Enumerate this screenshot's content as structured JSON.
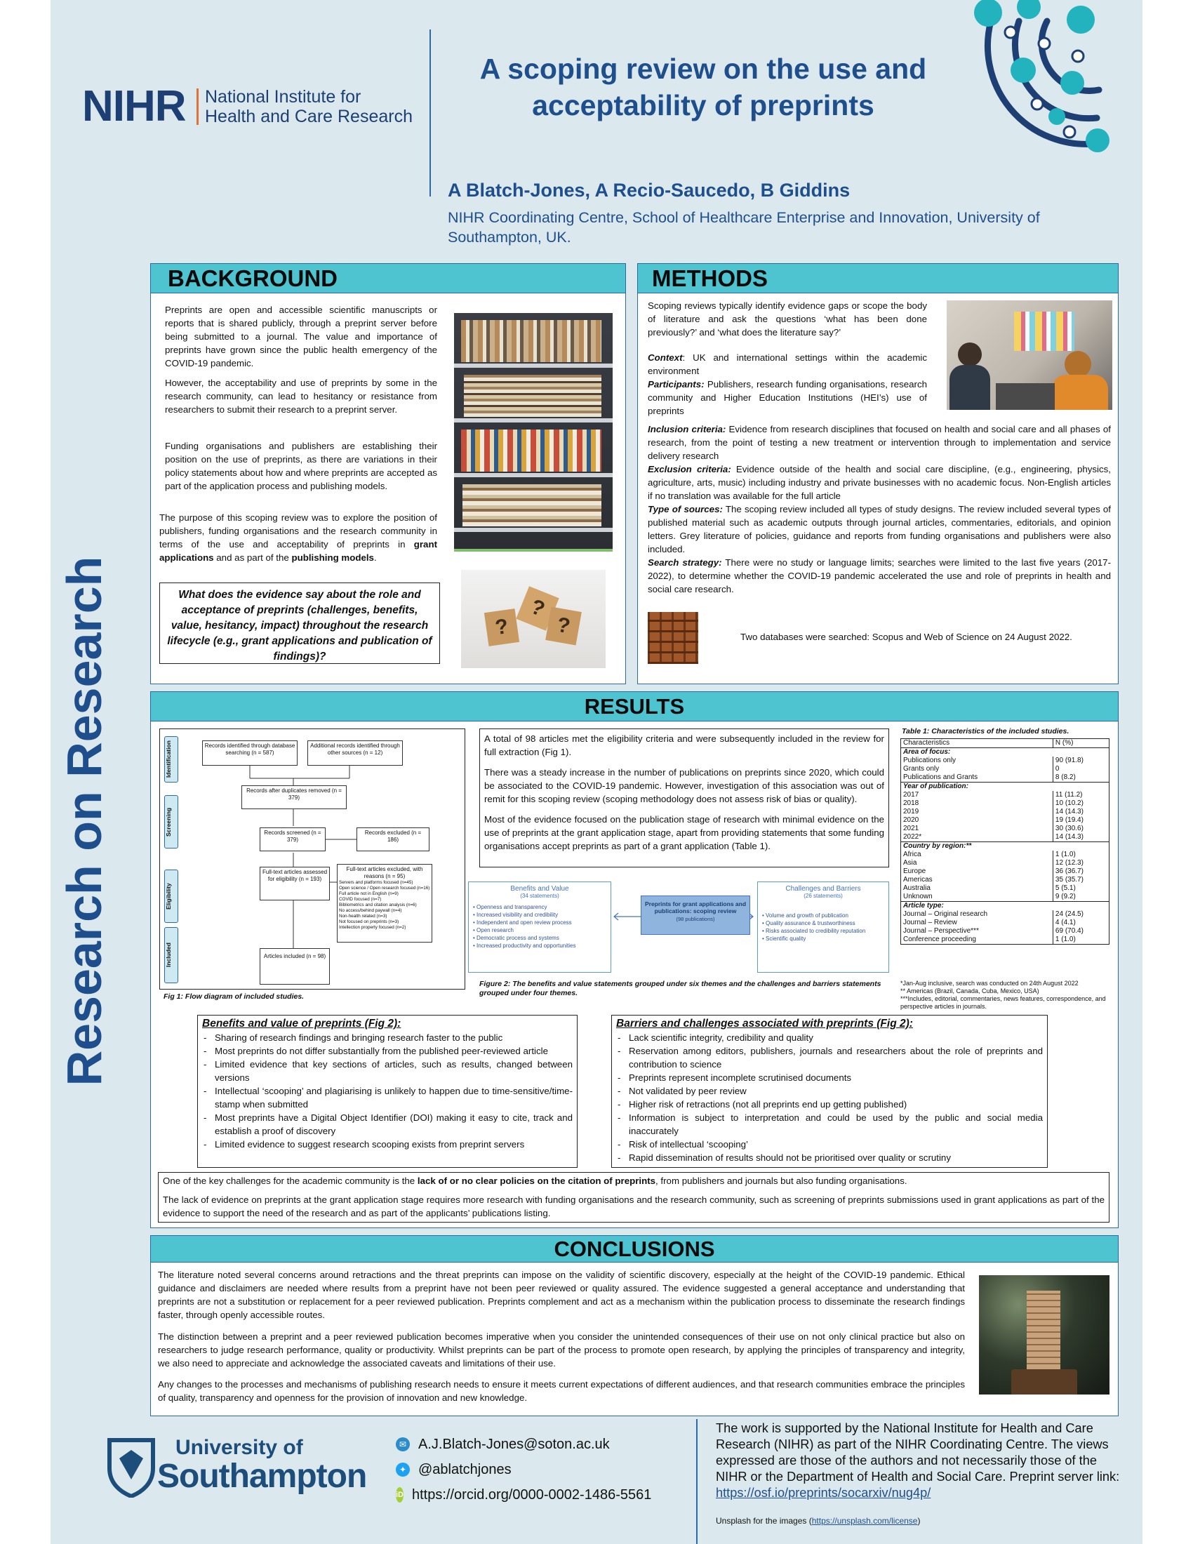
{
  "header": {
    "logo_main": "NIHR",
    "logo_sub1": "National Institute for",
    "logo_sub2": "Health and Care Research",
    "title_line1": "A scoping review on the use and",
    "title_line2": "acceptability of preprints",
    "authors": "A Blatch-Jones,  A Recio-Saucedo, B Giddins",
    "affiliation": "NIHR Coordinating Centre, School of Healthcare Enterprise and Innovation, University of Southampton, UK.",
    "side_text": "Research on Research",
    "colors": {
      "navy": "#1d3f73",
      "teal": "#4dc4cf",
      "dark_blue": "#1f4e8c"
    }
  },
  "background": {
    "heading": "BACKGROUND",
    "p1": "Preprints are open and accessible scientific manuscripts or reports that is shared publicly, through a preprint server before being submitted to a journal. The value and importance of preprints have grown since the public health emergency of the COVID-19 pandemic.",
    "p2": "However, the acceptability and use of preprints by some in the research community, can lead to hesitancy or resistance from researchers to submit their research to a preprint server.",
    "p3": "Funding organisations and publishers are establishing their position on the use of preprints, as there are variations in their policy statements about how and where preprints are accepted as part of the application process and publishing models.",
    "p4_a": "The purpose of this scoping review was to explore the position of publishers, funding organisations and the research community in terms of the use and acceptability of preprints in ",
    "p4_b": "grant applications",
    "p4_c": " and as part of the ",
    "p4_d": "publishing models",
    "p4_e": ".",
    "question": "What does the evidence say about the role and acceptance of preprints (challenges, benefits, value, hesitancy, impact) throughout the research lifecycle (e.g., grant applications and publication of findings)?",
    "dice_marks": [
      "?",
      "?",
      "?"
    ]
  },
  "methods": {
    "heading": "METHODS",
    "intro": "Scoping reviews typically identify evidence gaps or scope the body of literature and ask the questions ‘what has been done previously?’ and ‘what does the literature say?’",
    "context_label": "Context",
    "context_text": ": UK and international settings within the academic environment",
    "participants_label": "Participants:",
    "participants_text": " Publishers, research funding organisations, research community and Higher Education Institutions (HEI’s) use of preprints",
    "inclusion_label": "Inclusion criteria:",
    "inclusion_text": " Evidence from research disciplines that focused on health and social care and all phases of research, from the point of testing a new treatment or intervention through to implementation and service delivery research",
    "exclusion_label": "Exclusion criteria:",
    "exclusion_text": " Evidence outside of the health and social care discipline, (e.g., engineering, physics, agriculture, arts, music) including industry and private businesses with no academic focus. Non-English articles if no translation was available for the full article",
    "sources_label": "Type of sources:",
    "sources_text": " The scoping review included all types of study designs. The review included several types of published material such as academic outputs through journal articles, commentaries, editorials, and opinion letters. Grey literature of policies, guidance and reports from funding organisations and publishers were also included.",
    "search_label": "Search strategy:",
    "search_text": " There were no study or language limits; searches were limited to the last five years (2017-2022), to determine whether the COVID-19 pandemic accelerated the use and role of preprints in health and social care research.",
    "databases": "Two databases were searched: Scopus and Web of Science on 24 August 2022."
  },
  "results": {
    "heading": "RESULTS",
    "flow": {
      "stages": [
        "Identification",
        "Screening",
        "Eligibility",
        "Included"
      ],
      "box_db": "Records identified through database searching (n = 587)",
      "box_other": "Additional records identified through other sources (n = 12)",
      "box_dup": "Records after duplicates removed (n = 379)",
      "box_screened": "Records screened (n = 379)",
      "box_excluded": "Records excluded (n = 186)",
      "box_fulltext": "Full-text articles assessed for eligibility (n = 193)",
      "box_ft_excluded_title": "Full-text articles excluded, with reasons (n = 95)",
      "box_ft_excluded_items": [
        "Servers and platforms focused (n=45)",
        "Open science / Open research focused (n=16)",
        "Full article not in English (n=9)",
        "COVID focused (n=7)",
        "Bibliometrics and citation analysis (n=6)",
        "No access/behind paywall (n=4)",
        "Non-health related (n=3)",
        "Not focused on preprints (n=3)",
        "Intellection property focused (n=2)"
      ],
      "box_included": "Articles included (n = 98)",
      "caption": "Fig 1: Flow diagram of included studies."
    },
    "text_p1": "A total of 98 articles met the eligibility criteria and were subsequently included in the review for full extraction (Fig 1).",
    "text_p2": "There was a steady increase in the number of publications on preprints since 2020, which could be associated to the COVID-19 pandemic. However, investigation of this association was out of remit for this scoping review (scoping methodology does not assess risk of bias or quality).",
    "text_p3": "Most of the evidence focused on the publication stage of research with minimal evidence on the use of preprints at the grant application stage, apart from providing statements that some funding organisations accept preprints as part of a grant application (Table 1).",
    "fig2": {
      "benefits_title": "Benefits and Value",
      "benefits_count": "(34 statements)",
      "benefits_items": [
        "Openness and transparency",
        "Increased visibility and credibility",
        "Independent and open review process",
        "Open research",
        "Democratic process and systems",
        "Increased productivity and opportunities"
      ],
      "center_title": "Preprints for grant applications and publications: scoping review",
      "center_count": "(98 publications)",
      "challenges_title": "Challenges and Barriers",
      "challenges_count": "(26 statements)",
      "challenges_items": [
        "Volume and growth of publication",
        "Quality assurance & trustworthiness",
        "Risks associated to credibility reputation",
        "Scientific quality"
      ],
      "caption": "Figure 2: The benefits and value statements grouped under six themes and the challenges and barriers statements grouped under four themes."
    },
    "table": {
      "caption": "Table 1: Characteristics of the included studies.",
      "col1": "Characteristics",
      "col2": "N (%)",
      "sections": [
        {
          "title": "Area of focus:",
          "rows": [
            [
              "Publications only",
              "90 (91.8)"
            ],
            [
              "Grants only",
              "0"
            ],
            [
              "Publications and Grants",
              "8 (8.2)"
            ]
          ]
        },
        {
          "title": "Year of publication:",
          "rows": [
            [
              "2017",
              "11 (11.2)"
            ],
            [
              "2018",
              "10 (10.2)"
            ],
            [
              "2019",
              "14 (14.3)"
            ],
            [
              "2020",
              "19 (19.4)"
            ],
            [
              "2021",
              "30 (30.6)"
            ],
            [
              "2022*",
              "14 (14.3)"
            ]
          ]
        },
        {
          "title": "Country by region:**",
          "rows": [
            [
              "Africa",
              "1 (1.0)"
            ],
            [
              "Asia",
              "12 (12.3)"
            ],
            [
              "Europe",
              "36 (36.7)"
            ],
            [
              "Americas",
              "35 (35.7)"
            ],
            [
              "Australia",
              "5 (5.1)"
            ],
            [
              "Unknown",
              "9 (9.2)"
            ]
          ]
        },
        {
          "title": "Article type:",
          "rows": [
            [
              "Journal – Original research",
              "24 (24.5)"
            ],
            [
              "Journal – Review",
              "4 (4.1)"
            ],
            [
              "Journal – Perspective***",
              "69 (70.4)"
            ],
            [
              "Conference proceeding",
              "1 (1.0)"
            ]
          ]
        }
      ],
      "note1": "*Jan-Aug inclusive, search was conducted on 24th August 2022",
      "note2": "** Americas (Brazil, Canada, Cuba, Mexico, USA)",
      "note3": "***Includes, editorial, commentaries, news features, correspondence, and perspective articles in journals."
    },
    "benefits": {
      "title": "Benefits and value of preprints (Fig 2):",
      "items": [
        "Sharing of research findings and bringing research faster to the public",
        "Most preprints do not differ substantially from the published peer-reviewed article",
        "Limited evidence that key sections of articles, such as results, changed between versions",
        "Intellectual ‘scooping’ and plagiarising is unlikely to happen due to time-sensitive/time-stamp when submitted",
        "Most preprints have a Digital Object Identifier (DOI) making it easy to cite, track and establish a proof of discovery",
        "Limited evidence to suggest research scooping exists from preprint servers"
      ]
    },
    "barriers": {
      "title": "Barriers and challenges associated with preprints (Fig 2):",
      "items": [
        "Lack scientific integrity, credibility and quality",
        "Reservation among editors, publishers, journals and researchers about the role of preprints and contribution to science",
        "Preprints represent incomplete scrutinised documents",
        "Not validated by peer review",
        "Higher risk of retractions (not all preprints end up getting published)",
        "Information is subject to interpretation and could be used by the public and social media inaccurately",
        "Risk of intellectual ‘scooping’",
        "Rapid dissemination of results should not be prioritised over quality or scrutiny"
      ]
    },
    "key_a": "One of the key challenges for the academic community is the ",
    "key_b": "lack of or no clear policies on the citation of preprints",
    "key_c": ", from publishers and journals but also funding organisations.",
    "key_p2": "The lack of evidence on preprints at the grant application stage requires more research with funding organisations and the research community, such as screening of preprints submissions used in grant applications as part of the evidence to support the need of the research and as part of the applicants’ publications listing."
  },
  "conclusions": {
    "heading": "CONCLUSIONS",
    "p1": "The literature noted several concerns around retractions and the threat preprints can impose on the validity of scientific discovery, especially at the height of the COVID-19 pandemic. Ethical guidance and disclaimers are needed where results from a preprint have not been peer reviewed or quality assured. The evidence suggested a general acceptance and understanding that preprints are not a substitution or replacement for a peer reviewed publication. Preprints complement and act as a mechanism within the publication process to disseminate the research findings faster, through openly accessible routes.",
    "p2": "The distinction between a preprint and a peer reviewed publication becomes imperative when you consider the unintended consequences of their use on not only clinical practice but also on researchers to judge research performance, quality or productivity. Whilst preprints can be part of the process to promote open research, by applying the principles of transparency and integrity, we also need to appreciate and acknowledge the associated caveats and limitations of their use.",
    "p3": "Any changes to the processes and mechanisms of publishing research needs to ensure it meets current expectations of different audiences, and that research communities embrace the principles of quality, transparency and openness for the provision of innovation and new knowledge."
  },
  "footer": {
    "uni_line1": "University of",
    "uni_line2": "Southampton",
    "email": "A.J.Blatch-Jones@soton.ac.uk",
    "twitter": "@ablatchjones",
    "orcid": "https://orcid.org/0000-0002-1486-5561",
    "funding": "The work is supported by the National Institute for Health and Care Research (NIHR) as part of the NIHR Coordinating Centre. The views expressed are those of the authors and not necessarily those of the NIHR or the Department of Health and Social Care.",
    "preprint_label": "Preprint server link: ",
    "preprint_link": "https://osf.io/preprints/socarxiv/nug4p/",
    "unsplash_a": "Unsplash for the images (",
    "unsplash_link": "https://unsplash.com/license",
    "unsplash_b": ")"
  }
}
